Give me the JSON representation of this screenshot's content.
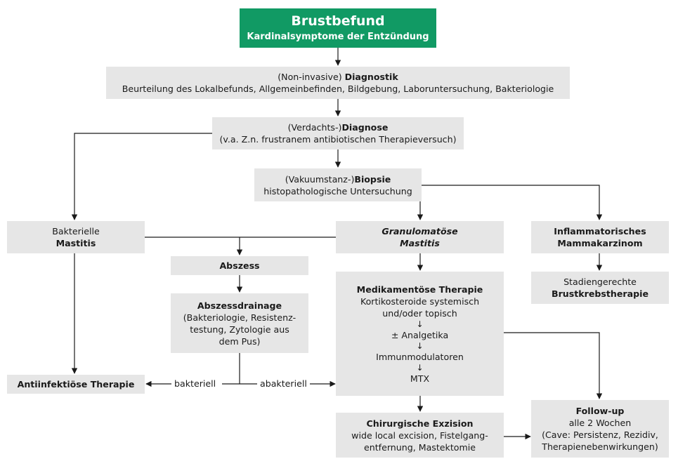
{
  "header": {
    "title": "Brustbefund",
    "subtitle": "Kardinalsymptome der Entzündung"
  },
  "diagnostik": {
    "prefix": "(Non-invasive) ",
    "title": "Diagnostik",
    "detail": "Beurteilung des Lokalbefunds, Allgemeinbefinden, Bildgebung, Laboruntersuchung, Bakteriologie"
  },
  "diagnose": {
    "prefix": "(Verdachts-)",
    "title": "Diagnose",
    "detail": "(v.a. Z.n. frustranem antibiotischen Therapieversuch)"
  },
  "biopsie": {
    "prefix": "(Vakuumstanz-)",
    "title": "Biopsie",
    "detail": "histopathologische Untersuchung"
  },
  "bakt": {
    "line1": "Bakterielle",
    "line2": "Mastitis"
  },
  "granulo": {
    "line1": "Granulomatöse",
    "line2": "Mastitis"
  },
  "inflamm": {
    "line1": "Inflammatorisches",
    "line2": "Mammakarzinom"
  },
  "abszess": {
    "title": "Abszess"
  },
  "drainage": {
    "title": "Abszessdrainage",
    "lines": [
      "(Bakteriologie, Resistenz-",
      "testung, Zytologie aus",
      "dem Pus)"
    ]
  },
  "medi": {
    "title": "Medikamentöse Therapie",
    "l1": "Kortikosteroide systemisch",
    "l2": "und/oder topisch",
    "arrow": "↓",
    "l3": "± Analgetika",
    "l4": "Immunmodulatoren",
    "l5": "MTX"
  },
  "stadien": {
    "line1": "Stadiengerechte",
    "line2": "Brustkrebstherapie"
  },
  "antiinf": {
    "title": "Antiinfektiöse Therapie"
  },
  "edge_labels": {
    "bakteriell": "bakteriell",
    "abakteriell": "abakteriell"
  },
  "chirurg": {
    "title": "Chirurgische Exzision",
    "l1": "wide local excision, Fistelgang-",
    "l2": "entfernung, Mastektomie"
  },
  "followup": {
    "title": "Follow-up",
    "l1": "alle 2 Wochen",
    "l2": "(Cave: Persistenz, Rezidiv,",
    "l3": "Therapienebenwirkungen)"
  },
  "colors": {
    "header_bg": "#119a64",
    "box_bg": "#e6e6e6",
    "line": "#1a1a1a"
  }
}
